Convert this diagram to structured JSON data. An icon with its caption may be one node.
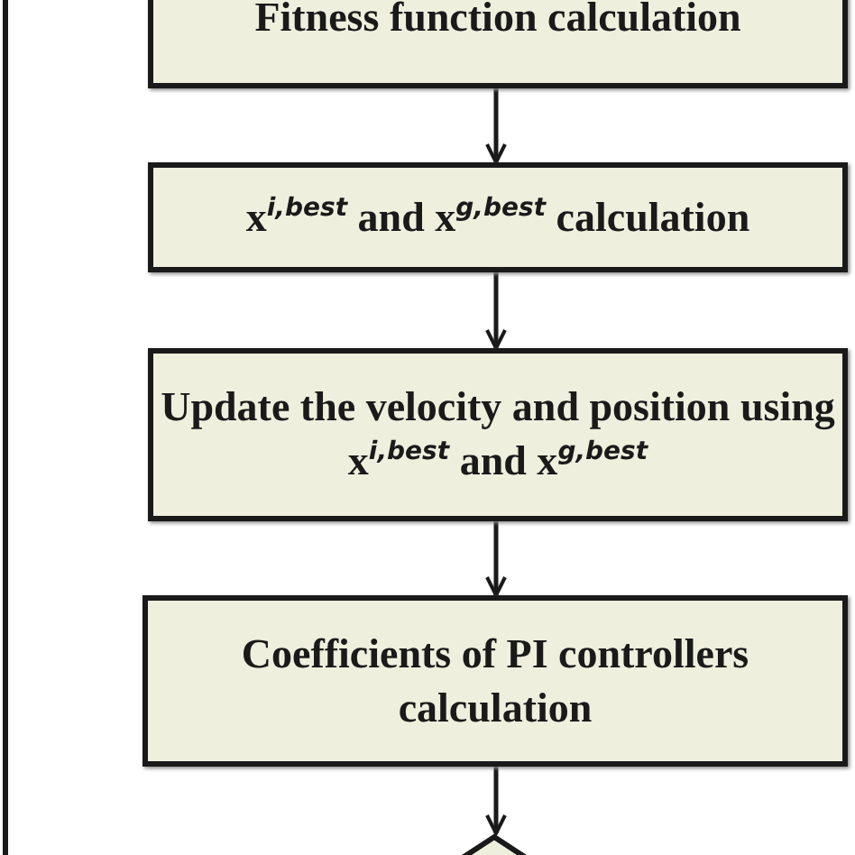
{
  "diagram": {
    "nodes": [
      {
        "text": [
          "Fitness function calculation"
        ]
      },
      {
        "text": [
          "x$^{i,best}$ and x$^{g,best}$ calculation"
        ]
      },
      {
        "text": [
          "Update the velocity and position using x$^{i,best}$ and x$^{g,best}$"
        ]
      },
      {
        "text": [
          "Coefficients of PI controllers calculation"
        ]
      },
      {
        "text": [],
        "shape": "diamond"
      }
    ],
    "edges": [
      {
        "from": 0,
        "to": 1,
        "arrow": "to"
      },
      {
        "from": 1,
        "to": 2,
        "arrow": "to"
      },
      {
        "from": 2,
        "to": 3,
        "arrow": "to"
      },
      {
        "from": 3,
        "to": 4,
        "arrow": "to"
      }
    ]
  }
}
